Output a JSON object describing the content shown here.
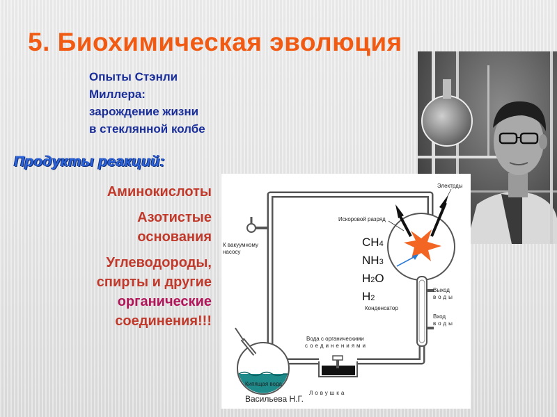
{
  "title": "5. Биохимическая эволюция",
  "subtitle": [
    "Опыты Стэнли",
    "Миллера:",
    "зарождение жизни",
    "в стеклянной колбе"
  ],
  "products_heading": "Продукты реакций:",
  "products": {
    "amino": "Аминокислоты",
    "nitrogen_1": "Азотистые",
    "nitrogen_2": "основания",
    "hydro_1": "Углеводороды,",
    "hydro_2": "спирты и другие",
    "organic": "органические",
    "compounds": "соединения!!!"
  },
  "diagram": {
    "electrodes": "Электрды",
    "spark": "Искоровой разряд",
    "vacuum_1": "К вакуумному",
    "vacuum_2": "насосу",
    "water_out_1": "Выход",
    "water_out_2": "воды",
    "water_in_1": "Вход",
    "water_in_2": "воды",
    "condenser": "Конденсатор",
    "water_organic_1": "Вода с органическими",
    "water_organic_2": "соединениями",
    "boiling": "Кипящая вода",
    "trap": "Ловушка"
  },
  "gases": {
    "ch": "CH",
    "ch_sub": "4",
    "nh": "NH",
    "nh_sub": "3",
    "h2o_h": "H",
    "h2o_sub": "2",
    "h2o_o": "O",
    "h": "H",
    "h_sub": "2"
  },
  "author": "Васильева Н.Г.",
  "colors": {
    "title": "#f05a12",
    "subtitle": "#1a2e9a",
    "products": "#c0392b",
    "accent": "#b1155a",
    "spark": "#f26522"
  }
}
